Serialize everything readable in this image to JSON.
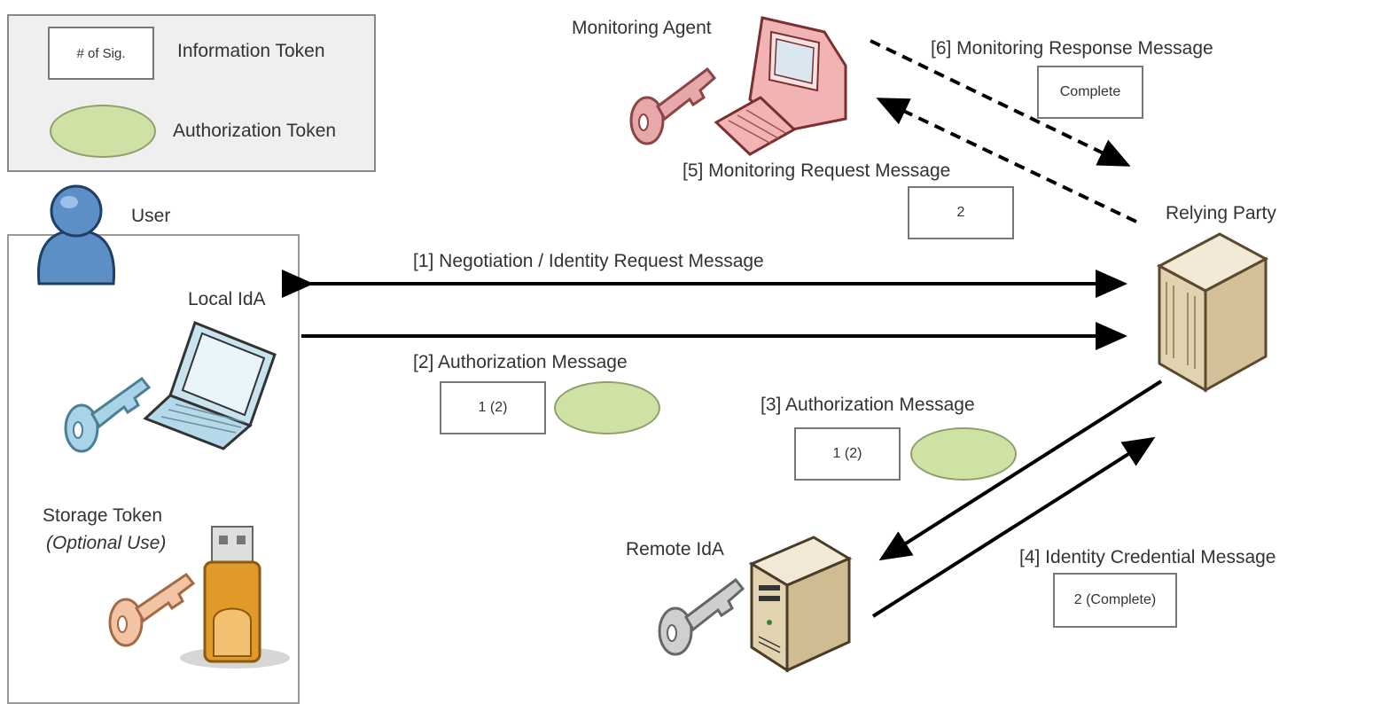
{
  "legend": {
    "info_token_sample": "# of Sig.",
    "info_token_label": "Information Token",
    "auth_token_label": "Authorization Token"
  },
  "actors": {
    "user": "User",
    "local_ida": "Local IdA",
    "storage_token": "Storage Token",
    "storage_token_note": "(Optional Use)",
    "monitoring_agent": "Monitoring Agent",
    "relying_party": "Relying Party",
    "remote_ida": "Remote IdA"
  },
  "messages": {
    "m1": {
      "label": "[1] Negotiation / Identity Request Message"
    },
    "m2": {
      "label": "[2] Authorization Message",
      "info_token": "1 (2)"
    },
    "m3": {
      "label": "[3] Authorization Message",
      "info_token": "1 (2)"
    },
    "m4": {
      "label": "[4] Identity Credential Message",
      "info_token": "2 (Complete)"
    },
    "m5": {
      "label": "[5] Monitoring Request Message",
      "info_token": "2"
    },
    "m6": {
      "label": "[6] Monitoring Response Message",
      "info_token": "Complete"
    }
  },
  "colors": {
    "auth_token_fill": "#cfe2a6",
    "user_icon": "#5b8fc6",
    "local_key": "#a9d3e6",
    "monitor_key": "#e6a8a8",
    "storage_key": "#f3c4a4",
    "remote_key": "#cfcfcf",
    "usb_body": "#e09a2a"
  }
}
